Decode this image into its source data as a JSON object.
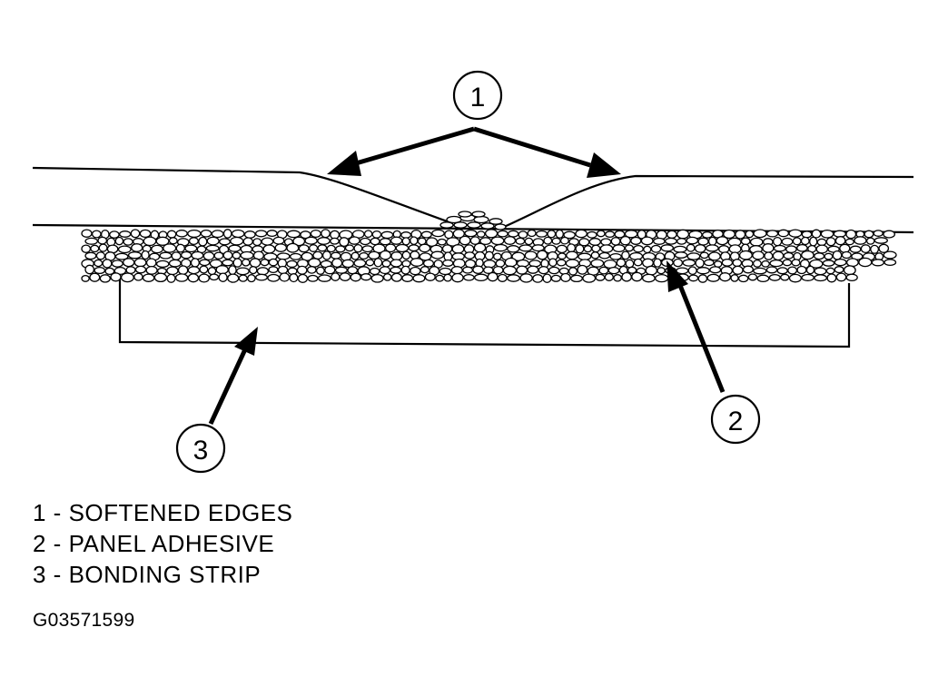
{
  "callouts": [
    {
      "number": "1"
    },
    {
      "number": "2"
    },
    {
      "number": "3"
    }
  ],
  "legend": [
    {
      "number": "1",
      "label": "SOFTENED EDGES",
      "text": "1 - SOFTENED EDGES"
    },
    {
      "number": "2",
      "label": "PANEL ADHESIVE",
      "text": "2 - PANEL ADHESIVE"
    },
    {
      "number": "3",
      "label": "BONDING STRIP",
      "text": "3 - BONDING STRIP"
    }
  ],
  "figure_id": "G03571599",
  "colors": {
    "ink": "#000000",
    "paper": "#ffffff"
  }
}
